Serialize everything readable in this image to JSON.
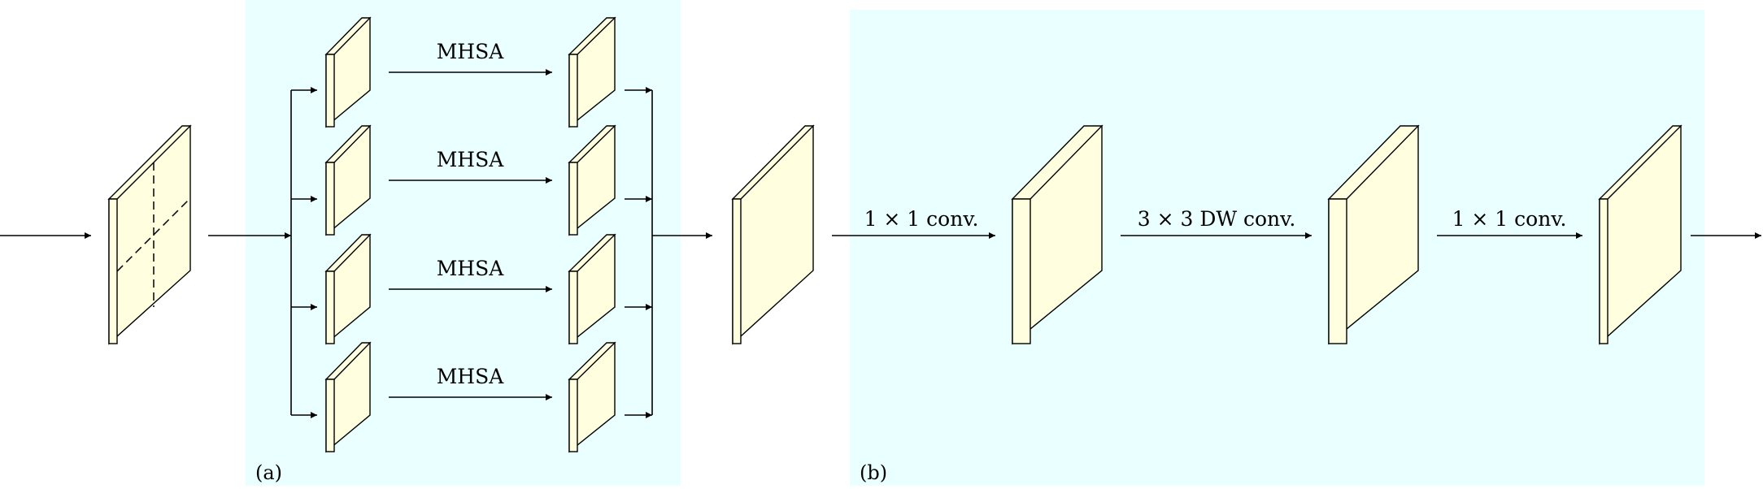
{
  "diagram": {
    "panels": [
      {
        "id": "a",
        "label": "(a)"
      },
      {
        "id": "b",
        "label": "(b)"
      }
    ],
    "branches": [
      {
        "label": "MHSA"
      },
      {
        "label": "MHSA"
      },
      {
        "label": "MHSA"
      },
      {
        "label": "MHSA"
      }
    ],
    "steps": [
      {
        "label": "1 × 1 conv."
      },
      {
        "label": "3 × 3 DW conv."
      },
      {
        "label": "1 × 1 conv."
      }
    ],
    "colors": {
      "panel_fill": "#eaffff",
      "block_fill": "#ffffe0",
      "stroke": "#000000"
    }
  }
}
